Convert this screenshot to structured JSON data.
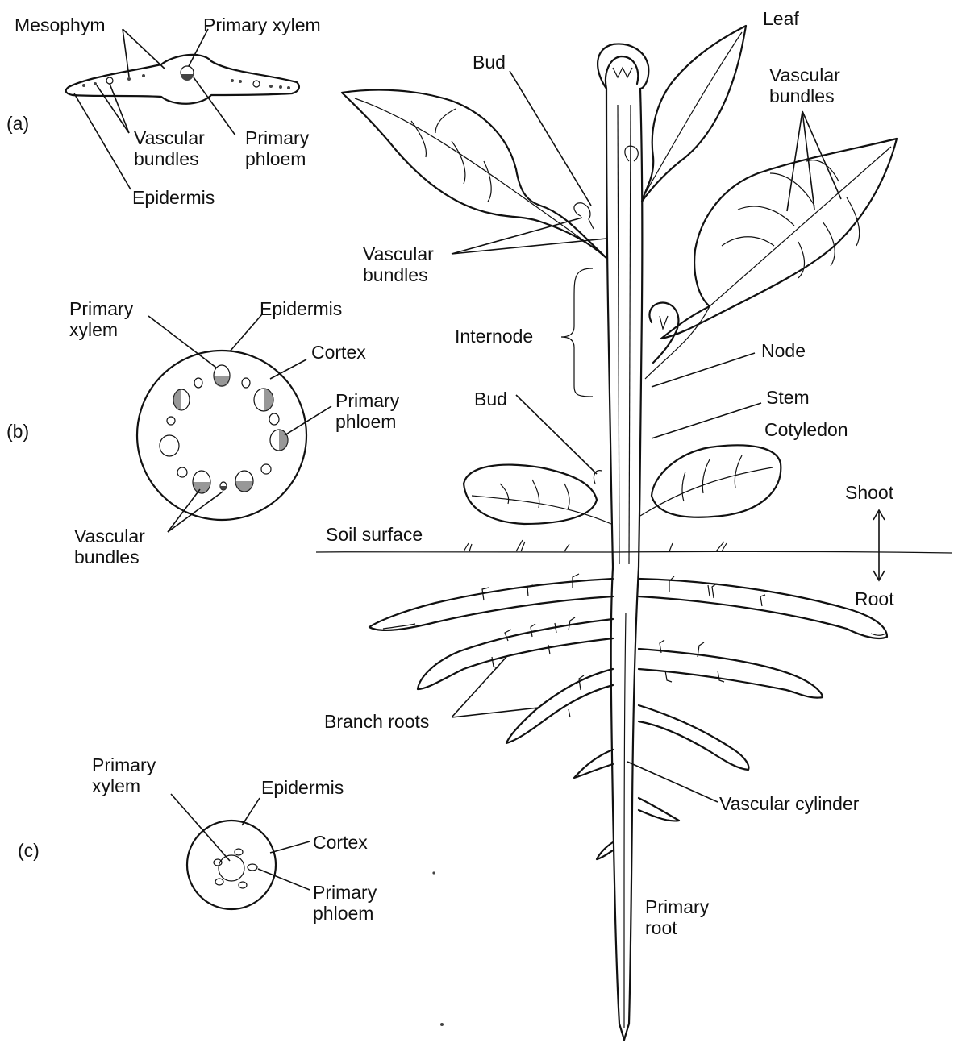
{
  "panel_a": {
    "letter": "(a)",
    "mesophyll": "Mesophym",
    "primary_xylem": "Primary  xylem",
    "vascular_bundles": "Vascular bundles",
    "primary_phloem": "Primary phloem",
    "epidermis": "Epidermis"
  },
  "panel_b": {
    "letter": "(b)",
    "primary_xylem": "Primary xylem",
    "epidermis": "Epidermis",
    "cortex": "Cortex",
    "primary_phloem": "Primary phloem",
    "vascular_bundles": "Vascular bundles"
  },
  "panel_c": {
    "letter": "(c)",
    "primary_xylem": "Primary xylem",
    "epidermis": "Epidermis",
    "cortex": "Cortex",
    "primary_phloem": "Primary phloem"
  },
  "plant": {
    "bud_top": "Bud",
    "leaf": "Leaf",
    "vascular_bundles_leaf": "Vascular bundles",
    "vascular_bundles_stem": "Vascular bundles",
    "internode": "Internode",
    "node": "Node",
    "bud_lower": "Bud",
    "stem": "Stem",
    "cotyledon": "Cotyledon",
    "shoot": "Shoot",
    "soil_surface": "Soil surface",
    "root": "Root",
    "branch_roots": "Branch roots",
    "vascular_cylinder": "Vascular cylinder",
    "primary_root": "Primary root"
  }
}
